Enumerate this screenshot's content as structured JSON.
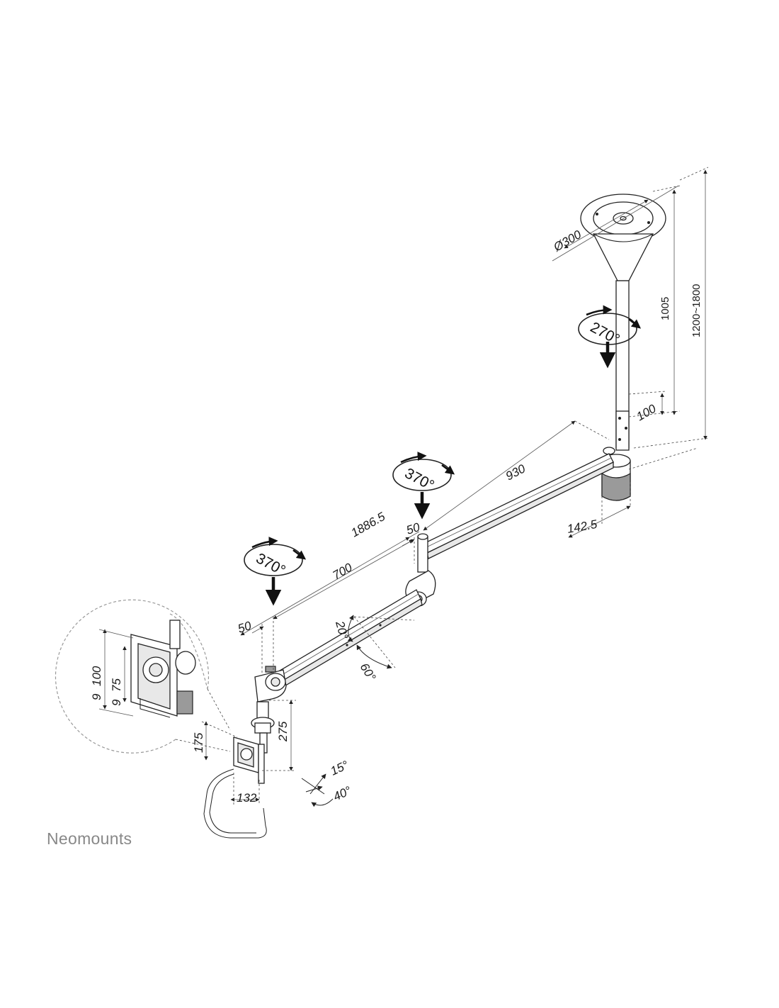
{
  "brand": {
    "name": "Neomounts",
    "color": "#888888"
  },
  "dimensions": {
    "plate_diameter": "Ø300",
    "pole_length": "1005",
    "height_range": "1200~1800",
    "pole_adjust": "100",
    "arm_long": "930",
    "base_offset": "142.5",
    "overall_length": "1886.5",
    "joint_offset_1": "50",
    "arm_mid": "700",
    "joint_offset_2": "50",
    "drop_height": "275",
    "plate_height": "175",
    "plate_width": "132",
    "zoom_vesa_1": "100",
    "zoom_vesa_2": "75",
    "zoom_offset_1": "9",
    "zoom_offset_2": "9"
  },
  "angles": {
    "top_rotation": "270°",
    "mid_rotation": "370°",
    "lower_rotation": "370°",
    "arm_tilt_up": "20°",
    "arm_tilt_down": "60°",
    "head_tilt": "15°",
    "head_swivel": "40°"
  },
  "icons": [
    "rotation-arrow-icon",
    "down-arrow-icon"
  ]
}
